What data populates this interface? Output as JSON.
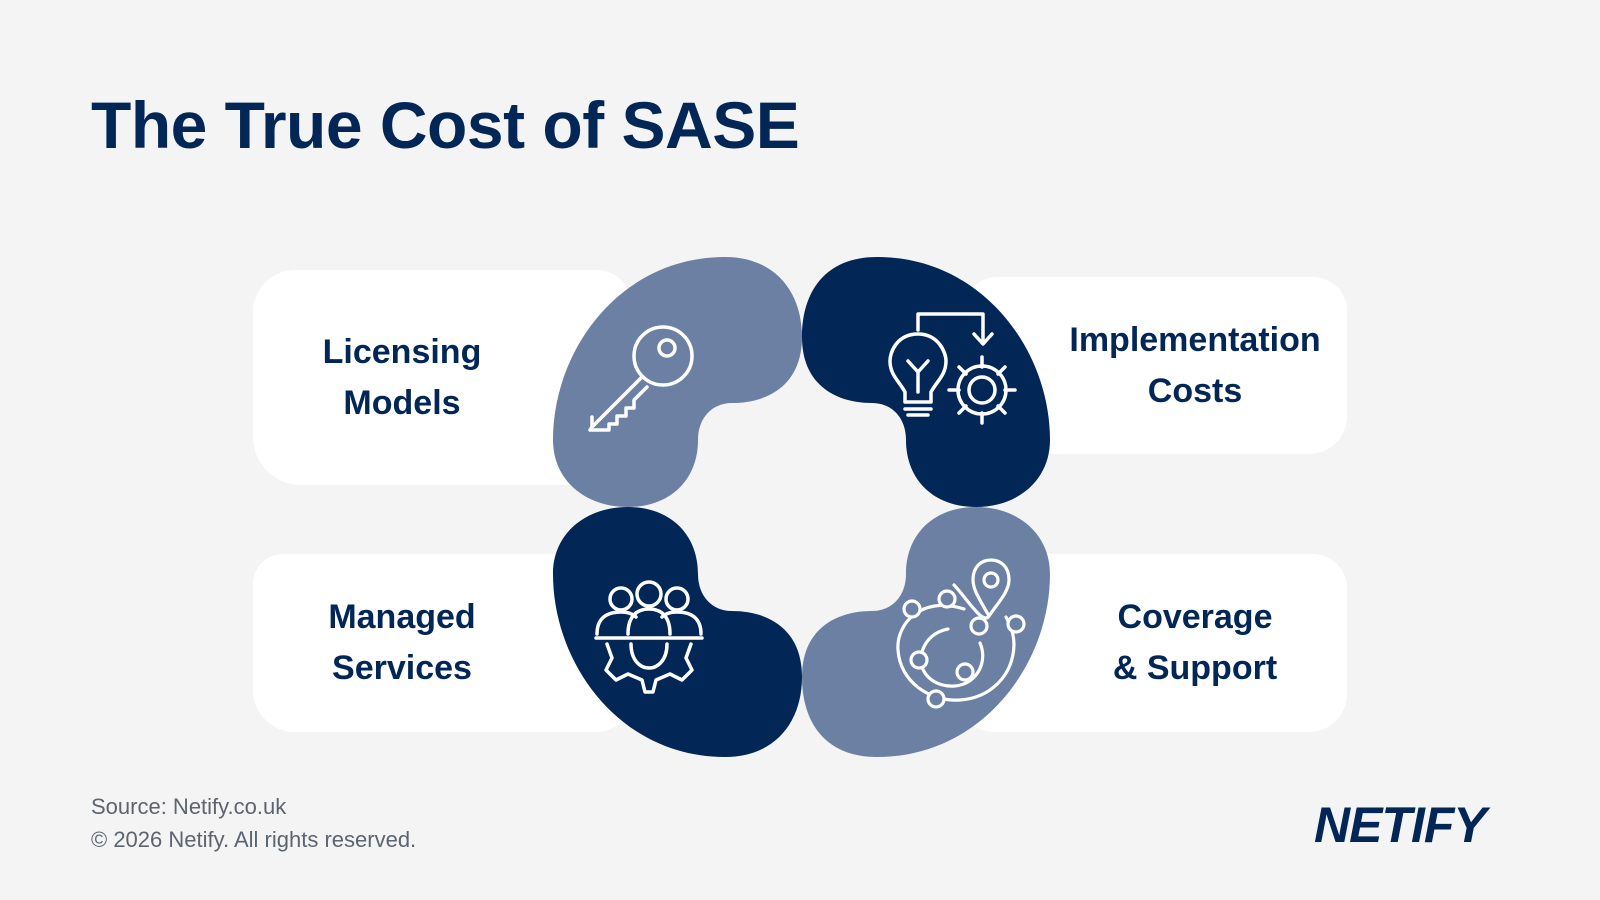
{
  "title": "The True Cost of SASE",
  "items": [
    {
      "line1": "Licensing",
      "line2": "Models",
      "icon": "key-icon"
    },
    {
      "line1": "Implementation",
      "line2": "Costs",
      "icon": "idea-process-icon"
    },
    {
      "line1": "Managed",
      "line2": "Services",
      "icon": "team-gear-icon"
    },
    {
      "line1": "Coverage",
      "line2": "& Support",
      "icon": "global-location-icon"
    }
  ],
  "footer": {
    "source": "Source: Netify.co.uk",
    "copyright": "© 2026 Netify. All rights reserved.",
    "logo": "NETIFY"
  },
  "colors": {
    "navy": "#022756",
    "slate": "#6b80a3",
    "background": "#f4f4f4",
    "card": "#ffffff"
  }
}
